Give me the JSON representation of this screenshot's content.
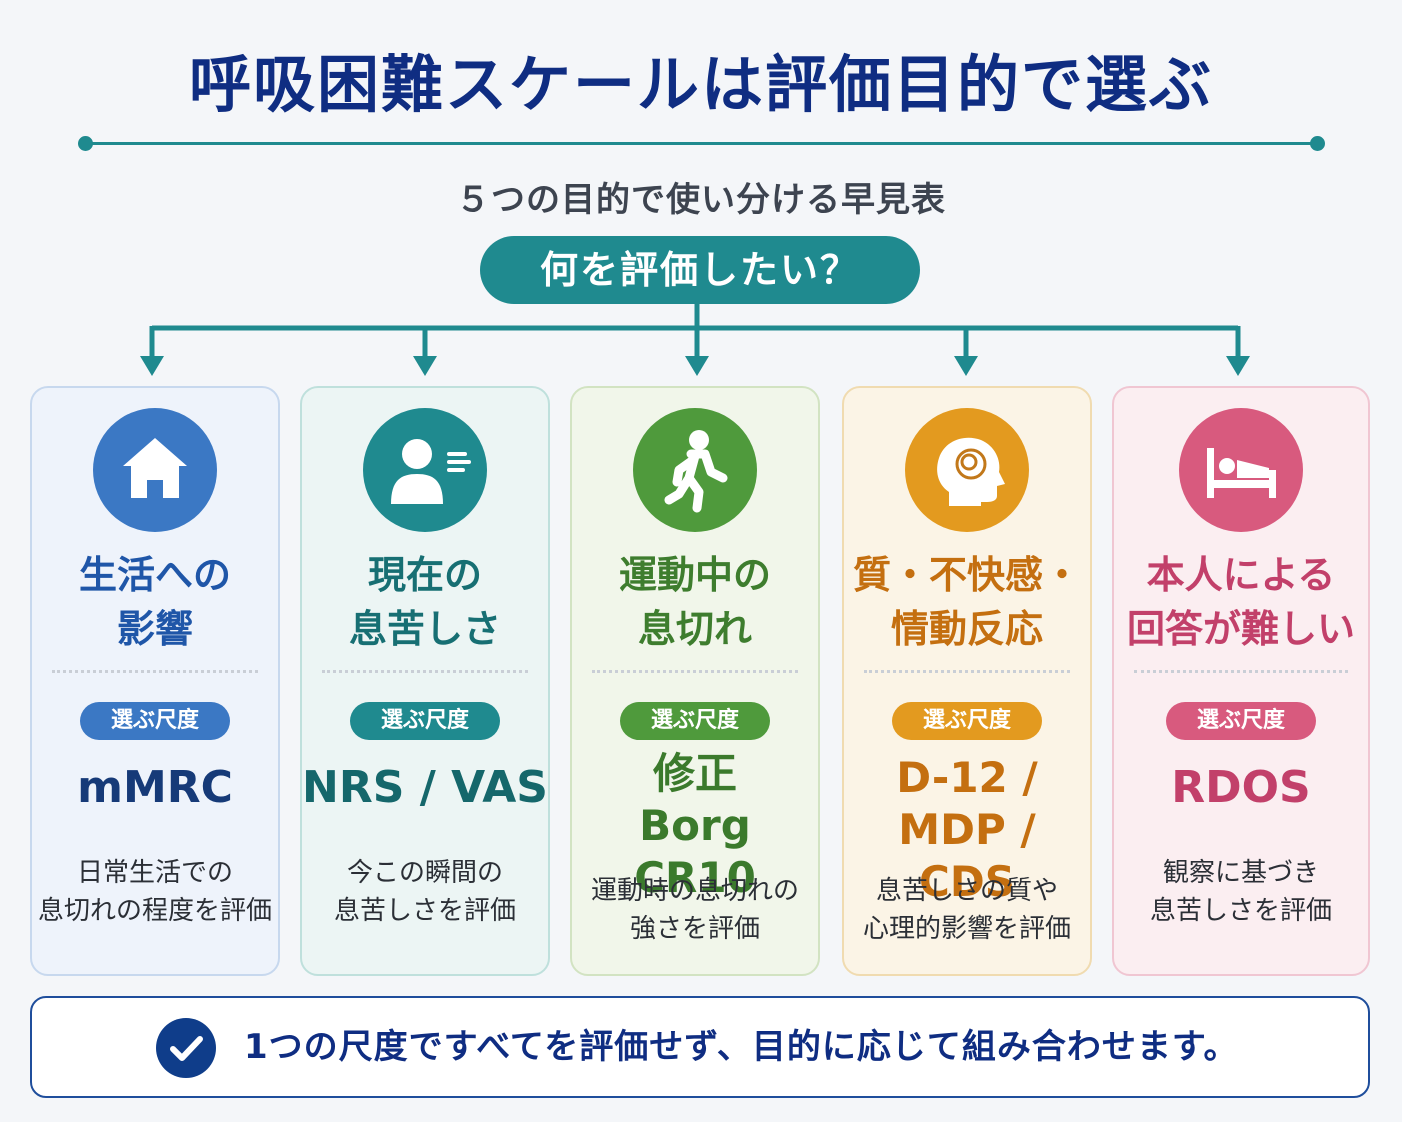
{
  "title": "呼吸困難スケールは評価目的で選ぶ",
  "subtitle": "５つの目的で使い分ける早見表",
  "question": "何を評価したい？",
  "pill_label": "選ぶ尺度",
  "colors": {
    "accent": "#1f8a8f",
    "title": "#0f2d82"
  },
  "cards": [
    {
      "icon": "house-icon",
      "heading": [
        "生活への",
        "影響"
      ],
      "scale": [
        "mMRC"
      ],
      "desc": [
        "日常生活での",
        "息切れの程度を評価"
      ],
      "color": "#3b78c4"
    },
    {
      "icon": "breathing-person-icon",
      "heading": [
        "現在の",
        "息苦しさ"
      ],
      "scale": [
        "NRS / VAS"
      ],
      "desc": [
        "今この瞬間の",
        "息苦しさを評価"
      ],
      "color": "#1f8a8f"
    },
    {
      "icon": "walking-person-icon",
      "heading": [
        "運動中の",
        "息切れ"
      ],
      "scale": [
        "修正",
        "Borg CR10"
      ],
      "desc": [
        "運動時の息切れの",
        "強さを評価"
      ],
      "color": "#4f9a3c"
    },
    {
      "icon": "head-mind-icon",
      "heading": [
        "質・不快感・",
        "情動反応"
      ],
      "scale": [
        "D-12 / MDP /",
        "CDS"
      ],
      "desc": [
        "息苦しさの質や",
        "心理的影響を評価"
      ],
      "color": "#e39a1f"
    },
    {
      "icon": "person-in-bed-icon",
      "heading": [
        "本人による",
        "回答が難しい"
      ],
      "scale": [
        "RDOS"
      ],
      "desc": [
        "観察に基づき",
        "息苦しさを評価"
      ],
      "color": "#d85a7e"
    }
  ],
  "footer": "1つの尺度ですべてを評価せず、目的に応じて組み合わせます。"
}
